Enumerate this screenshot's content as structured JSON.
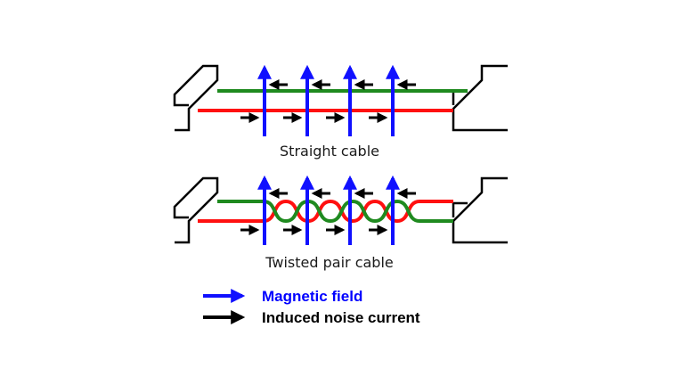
{
  "captions": {
    "straight": "Straight cable",
    "twisted": "Twisted pair cable"
  },
  "legend": {
    "magnetic_label": "Magnetic field",
    "noise_label": "Induced noise current"
  },
  "colors": {
    "magnetic": "#1010ff",
    "noise": "#000000",
    "wire_green": "#1f8a1f",
    "wire_red": "#ff1010",
    "frame": "#000000",
    "magnetic_text": "#0000ff",
    "noise_text": "#000000"
  },
  "icons": {
    "magnetic": "arrow-right-icon",
    "noise": "arrow-right-icon"
  }
}
